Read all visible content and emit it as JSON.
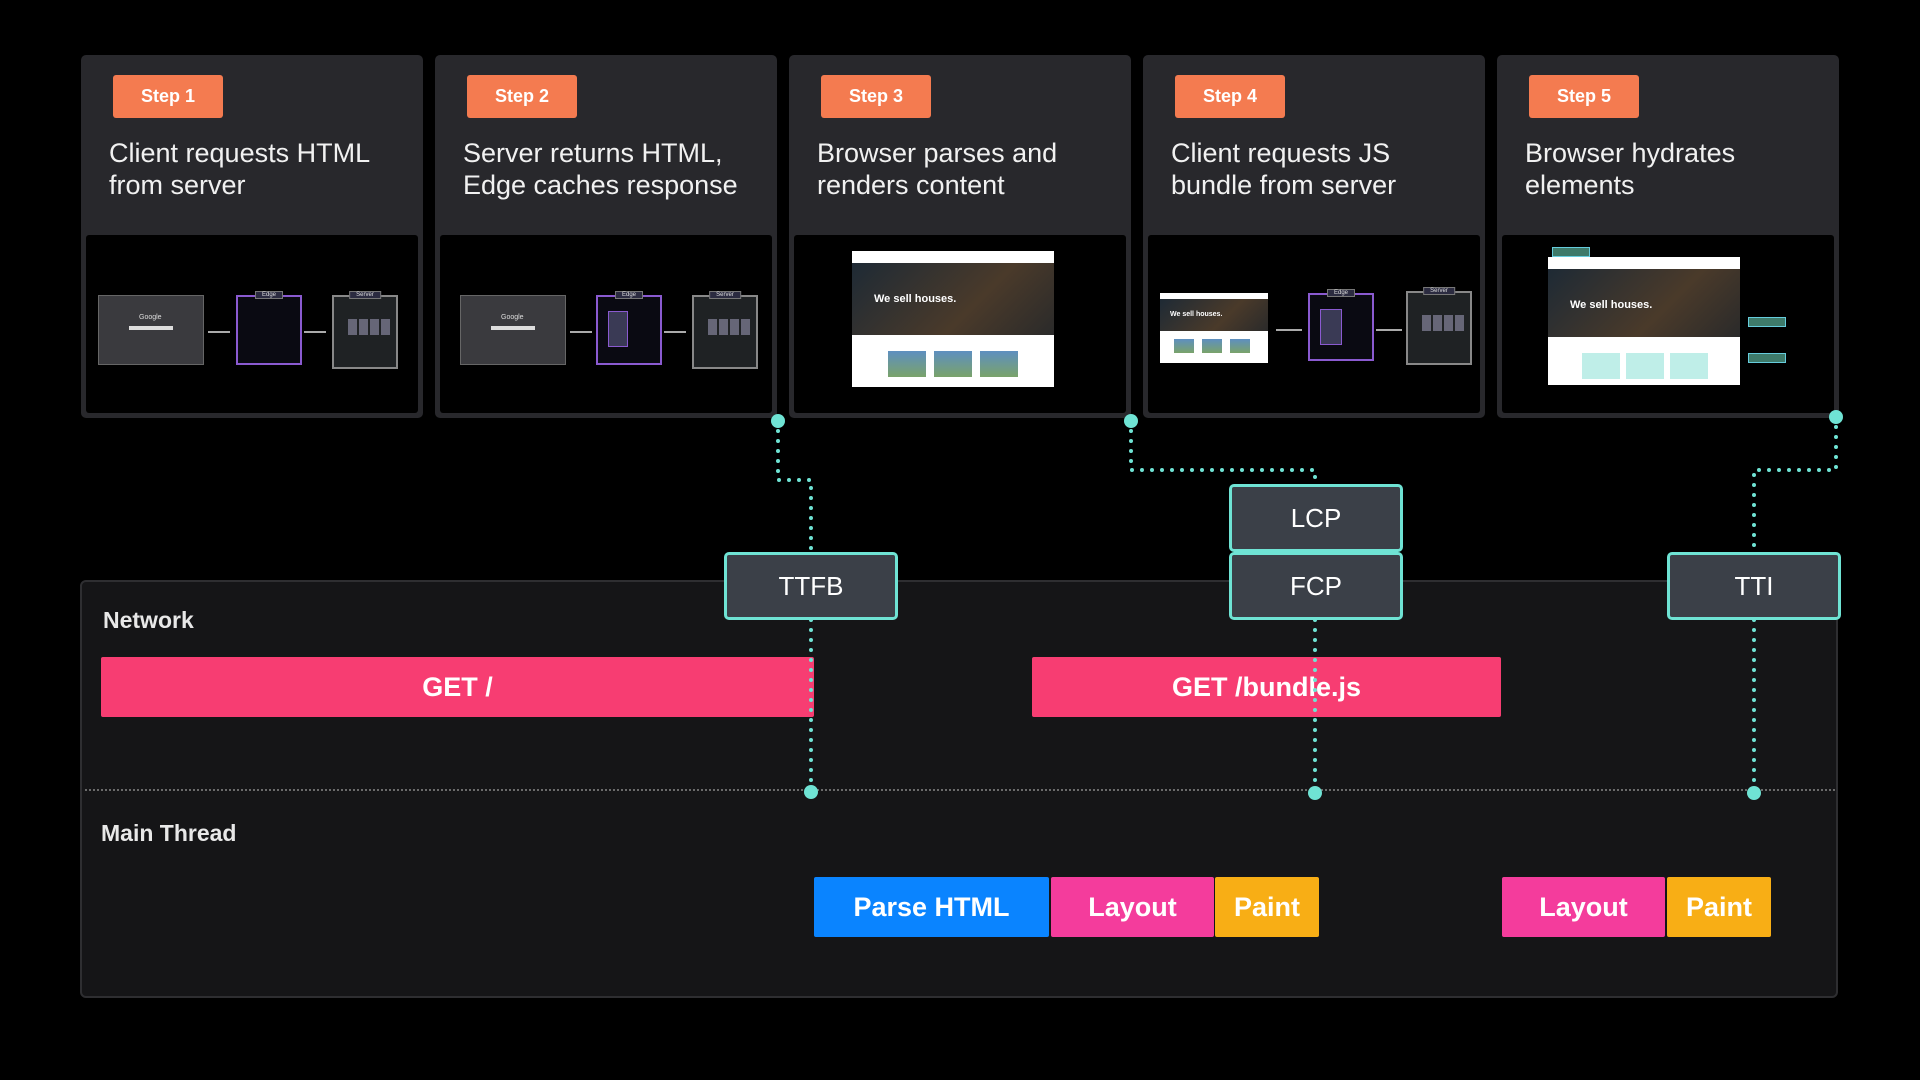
{
  "steps": [
    {
      "badge": "Step 1",
      "title": "Client requests HTML from server"
    },
    {
      "badge": "Step 2",
      "title": "Server returns HTML, Edge caches response"
    },
    {
      "badge": "Step 3",
      "title": "Browser parses and renders content"
    },
    {
      "badge": "Step 4",
      "title": "Client requests JS bundle from server"
    },
    {
      "badge": "Step 5",
      "title": "Browser hydrates elements"
    }
  ],
  "thumbs": {
    "google": "Google",
    "edge": "Edge",
    "server": "Server",
    "site_headline": "We sell houses."
  },
  "lanes": {
    "network": "Network",
    "main_thread": "Main Thread"
  },
  "network_bars": [
    {
      "label": "GET /",
      "color": "#f73d72"
    },
    {
      "label": "GET /bundle.js",
      "color": "#f73d72"
    }
  ],
  "main_thread_bars": [
    {
      "label": "Parse HTML",
      "color": "#0a84ff"
    },
    {
      "label": "Layout",
      "color": "#f43c9c"
    },
    {
      "label": "Paint",
      "color": "#f8ae15"
    },
    {
      "label": "Layout",
      "color": "#f43c9c"
    },
    {
      "label": "Paint",
      "color": "#f8ae15"
    }
  ],
  "metrics": {
    "ttfb": "TTFB",
    "lcp": "LCP",
    "fcp": "FCP",
    "tti": "TTI"
  },
  "colors": {
    "accent": "#6fe3d4",
    "badge": "#f47b50",
    "card": "#28282c"
  }
}
